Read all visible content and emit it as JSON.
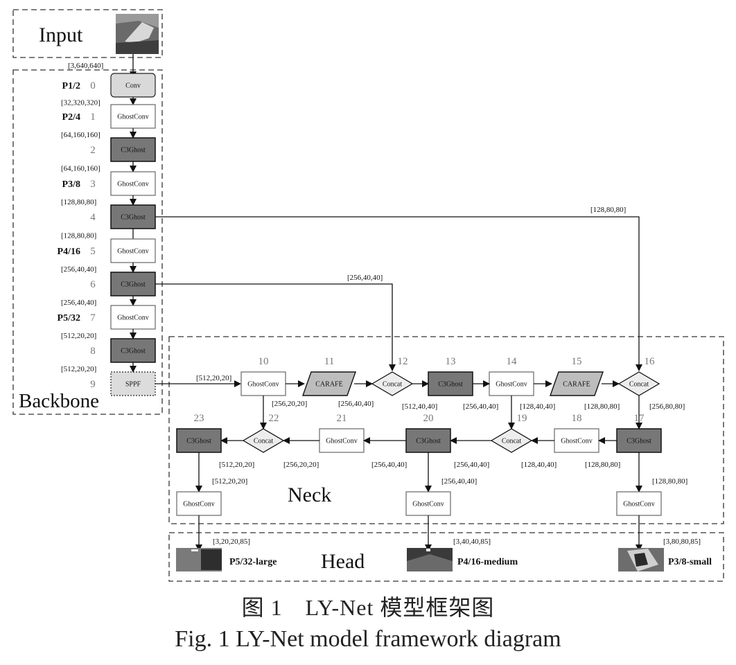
{
  "regions": {
    "input": "Input",
    "backbone": "Backbone",
    "neck": "Neck",
    "head": "Head"
  },
  "input_shape": "[3,640,640]",
  "backbone": [
    {
      "index": "0",
      "stage": "P1/2",
      "module": "Conv",
      "style": "light-rounded",
      "out_shape": "[32,320,320]"
    },
    {
      "index": "1",
      "stage": "P2/4",
      "module": "GhostConv",
      "style": "white",
      "out_shape": "[64,160,160]"
    },
    {
      "index": "2",
      "stage": "",
      "module": "C3Ghost",
      "style": "dark",
      "out_shape": "[64,160,160]"
    },
    {
      "index": "3",
      "stage": "P3/8",
      "module": "GhostConv",
      "style": "white",
      "out_shape": "[128,80,80]"
    },
    {
      "index": "4",
      "stage": "",
      "module": "C3Ghost",
      "style": "dark",
      "out_shape": "[128,80,80]"
    },
    {
      "index": "5",
      "stage": "P4/16",
      "module": "GhostConv",
      "style": "white",
      "out_shape": "[256,40,40]"
    },
    {
      "index": "6",
      "stage": "",
      "module": "C3Ghost",
      "style": "dark",
      "out_shape": "[256,40,40]"
    },
    {
      "index": "7",
      "stage": "P5/32",
      "module": "GhostConv",
      "style": "white",
      "out_shape": "[512,20,20]"
    },
    {
      "index": "8",
      "stage": "",
      "module": "C3Ghost",
      "style": "dark",
      "out_shape": "[512,20,20]"
    },
    {
      "index": "9",
      "stage": "",
      "module": "SPPF",
      "style": "dotted",
      "out_shape": "[512,20,20]"
    }
  ],
  "skip_connections": [
    {
      "from": "4",
      "to": "16",
      "shape": "[128,80,80]"
    },
    {
      "from": "6",
      "to": "12",
      "shape": "[256,40,40]"
    }
  ],
  "neck": [
    {
      "index": "10",
      "module": "GhostConv",
      "style": "white",
      "out_shape": "[256,20,20]"
    },
    {
      "index": "11",
      "module": "CARAFE",
      "style": "parallelogram",
      "out_shape": "[256,40,40]"
    },
    {
      "index": "12",
      "module": "Concat",
      "style": "diamond",
      "out_shape": "[512,40,40]"
    },
    {
      "index": "13",
      "module": "C3Ghost",
      "style": "dark",
      "out_shape": "[256,40,40]"
    },
    {
      "index": "14",
      "module": "GhostConv",
      "style": "white",
      "out_shape": "[128,40,40]"
    },
    {
      "index": "15",
      "module": "CARAFE",
      "style": "parallelogram",
      "out_shape": "[128,80,80]"
    },
    {
      "index": "16",
      "module": "Concat",
      "style": "diamond",
      "out_shape": "[256,80,80]"
    },
    {
      "index": "17",
      "module": "C3Ghost",
      "style": "dark",
      "out_shape": "[128,80,80]"
    },
    {
      "index": "18",
      "module": "GhostConv",
      "style": "white",
      "out_shape": "[128,80,80]"
    },
    {
      "index": "19",
      "module": "Concat",
      "style": "diamond",
      "out_shape": "[128,40,40]"
    },
    {
      "index": "20",
      "module": "C3Ghost",
      "style": "dark",
      "out_shape": "[256,40,40]"
    },
    {
      "index": "21",
      "module": "GhostConv",
      "style": "white",
      "out_shape": "[256,40,40]"
    },
    {
      "index": "22",
      "module": "Concat",
      "style": "diamond",
      "out_shape": "[256,20,20]"
    },
    {
      "index": "23",
      "module": "C3Ghost",
      "style": "dark",
      "out_shape": "[512,20,20]"
    }
  ],
  "extra_shapes": {
    "sppf_to_10": "[512,20,20]",
    "c23_down": "[512,20,20]",
    "c20_down": "[256,40,40]",
    "c17_down": "[128,80,80]",
    "concat_19_left": "[256,40,40]"
  },
  "head_convs": [
    "GhostConv",
    "GhostConv",
    "GhostConv"
  ],
  "head": [
    {
      "label": "P5/32-large",
      "shape": "[3,20,20,85]"
    },
    {
      "label": "P4/16-medium",
      "shape": "[3,40,40,85]"
    },
    {
      "label": "P3/8-small",
      "shape": "[3,80,80,85]"
    }
  ],
  "caption": {
    "cn": "图 1　LY-Net 模型框架图",
    "en": "Fig. 1 LY-Net model framework diagram"
  },
  "colors": {
    "dark_fill": "#777777",
    "light_fill": "#d9d9d9",
    "carafe_fill": "#bdbdbd",
    "concat_fill": "#ededed",
    "sppf_fill": "#dcdcdc",
    "line": "#111111",
    "index_text": "#777777"
  }
}
